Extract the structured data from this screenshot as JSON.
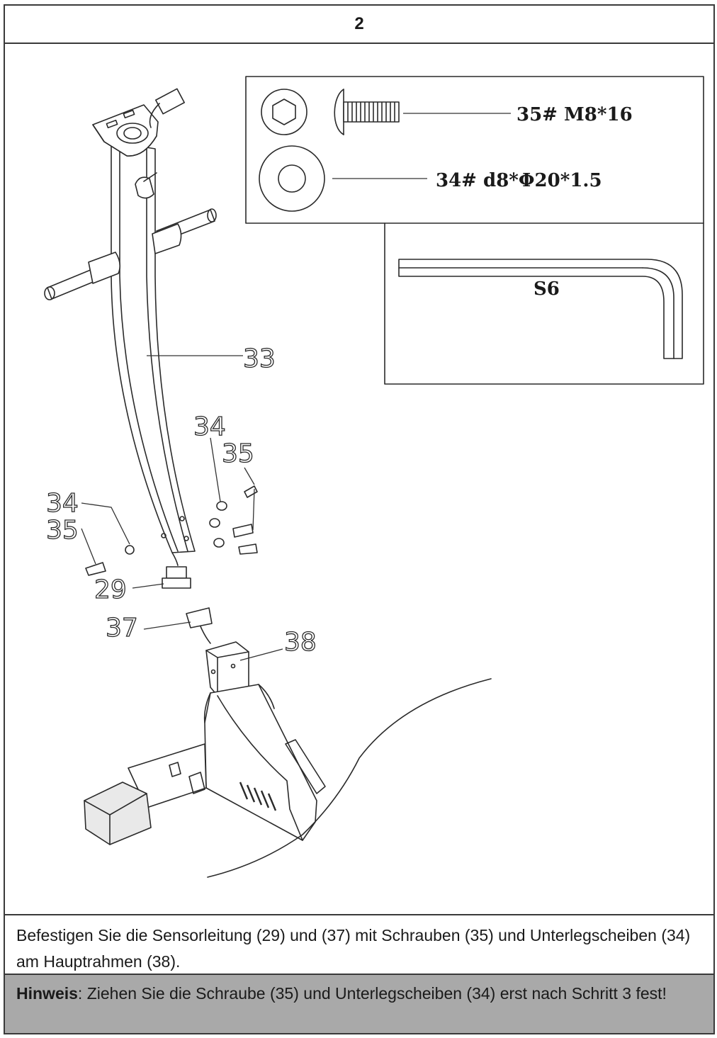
{
  "step": {
    "number": "2"
  },
  "parts": {
    "screw": {
      "label": "35# M8*16"
    },
    "washer": {
      "label": "34# d8*Φ20*1.5"
    },
    "allen_key": {
      "label": "S6"
    }
  },
  "callouts": {
    "frame_tube": "33",
    "washer_right": "34",
    "screw_right": "35",
    "washer_left": "34",
    "screw_left": "35",
    "sensor_cable_upper": "29",
    "sensor_cable_lower": "37",
    "main_frame": "38"
  },
  "instruction": {
    "text": "Befestigen Sie die Sensorleitung (29) und (37) mit Schrauben (35) und Unterlegscheiben (34) am Hauptrahmen (38)."
  },
  "note": {
    "label": "Hinweis",
    "text": ": Ziehen Sie die Schraube (35) und Unterlegscheiben (34) erst nach Schritt 3 fest!"
  }
}
